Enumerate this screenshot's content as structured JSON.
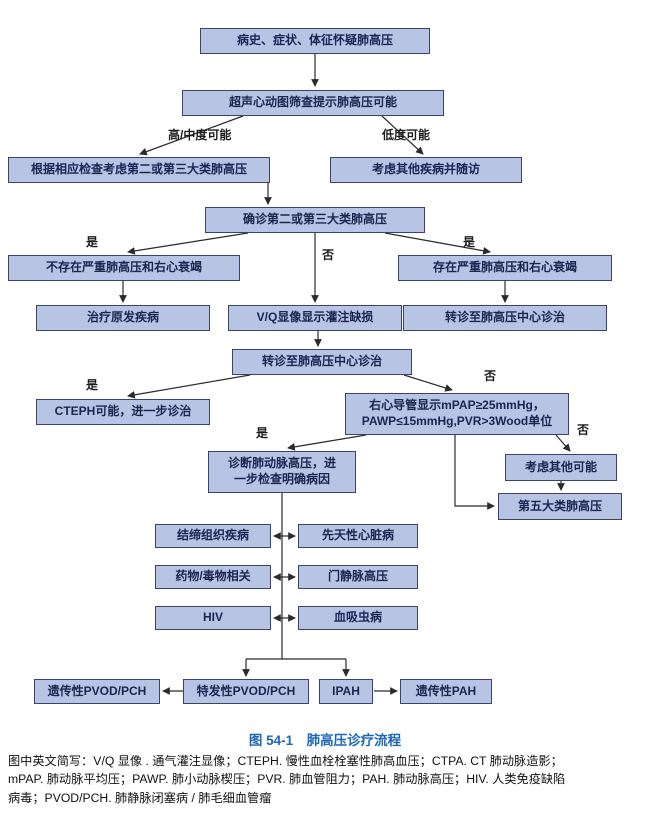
{
  "colors": {
    "box_fill": "#b8c4e4",
    "box_border": "#39436e",
    "box_text": "#1b2550",
    "caption_color": "#1c67b5"
  },
  "caption": "图 54-1　肺高压诊疗流程",
  "footnote": {
    "lines": [
      "图中英文简写：V/Q 显像 . 通气灌注显像；CTEPH. 慢性血栓栓塞性肺高血压；CTPA.  CT 肺动脉造影；",
      "mPAP. 肺动脉平均压；PAWP. 肺小动脉楔压；PVR. 肺血管阻力；PAH. 肺动脉高压；HIV. 人类免疫缺陷",
      "病毒；PVOD/PCH. 肺静脉闭塞病 / 肺毛细血管瘤"
    ]
  },
  "nodes": {
    "suspect": "病史、症状、体征怀疑肺高压",
    "echo": "超声心动图筛查提示肺高压可能",
    "consider_g23": "根据相应检查考虑第二或第三大类肺高压",
    "followup": "考虑其他疾病并随访",
    "confirm_g23": "确诊第二或第三大类肺高压",
    "no_severe": "不存在严重肺高压和右心衰竭",
    "severe": "存在严重肺高压和右心衰竭",
    "treat_primary": "治疗原发疾病",
    "vq": "V/Q显像显示灌注缺损",
    "refer_right": "转诊至肺高压中心诊治",
    "refer_center": "转诊至肺高压中心诊治",
    "cteph": "CTEPH可能，进一步诊治",
    "rhc": "右心导管显示mPAP≥25mmHg，\nPAWP≤15mmHg,PVR>3Wood单位",
    "diagnose_pah": "诊断肺动脉高压，进\n一步检查明确病因",
    "consider_other": "考虑其他可能",
    "group5": "第五大类肺高压",
    "ctd": "结缔组织疾病",
    "chd": "先天性心脏病",
    "drug": "药物/毒物相关",
    "portal": "门静脉高压",
    "hiv": "HIV",
    "schisto": "血吸虫病",
    "ipvod": "特发性PVOD/PCH",
    "hpvod": "遗传性PVOD/PCH",
    "ipah": "IPAH",
    "hpah": "遗传性PAH"
  },
  "edge_labels": {
    "high_mid": "高/中度可能",
    "low": "低度可能",
    "yes": "是",
    "no": "否"
  },
  "edges": [
    {
      "from": "suspect",
      "to": "echo",
      "label": ""
    },
    {
      "from": "echo",
      "to": "consider_g23",
      "label": "高/中度可能"
    },
    {
      "from": "echo",
      "to": "followup",
      "label": "低度可能"
    },
    {
      "from": "consider_g23",
      "to": "confirm_g23",
      "label": ""
    },
    {
      "from": "confirm_g23",
      "to": "no_severe",
      "label": "是"
    },
    {
      "from": "confirm_g23",
      "to": "severe",
      "label": "是"
    },
    {
      "from": "confirm_g23",
      "to": "vq",
      "label": "否"
    },
    {
      "from": "no_severe",
      "to": "treat_primary",
      "label": ""
    },
    {
      "from": "severe",
      "to": "refer_right",
      "label": ""
    },
    {
      "from": "vq",
      "to": "refer_center",
      "label": ""
    },
    {
      "from": "refer_center",
      "to": "cteph",
      "label": "是"
    },
    {
      "from": "refer_center",
      "to": "rhc",
      "label": "否"
    },
    {
      "from": "rhc",
      "to": "diagnose_pah",
      "label": "是"
    },
    {
      "from": "rhc",
      "to": "consider_other",
      "label": "否"
    },
    {
      "from": "rhc",
      "to": "group5",
      "label": ""
    },
    {
      "from": "consider_other",
      "to": "group5",
      "label": ""
    },
    {
      "from": "diagnose_pah",
      "to": "ctd",
      "label": ""
    },
    {
      "from": "diagnose_pah",
      "to": "chd",
      "label": ""
    },
    {
      "from": "diagnose_pah",
      "to": "drug",
      "label": ""
    },
    {
      "from": "diagnose_pah",
      "to": "portal",
      "label": ""
    },
    {
      "from": "diagnose_pah",
      "to": "hiv",
      "label": ""
    },
    {
      "from": "diagnose_pah",
      "to": "schisto",
      "label": ""
    },
    {
      "from": "diagnose_pah",
      "to": "ipvod",
      "label": ""
    },
    {
      "from": "diagnose_pah",
      "to": "ipah",
      "label": ""
    },
    {
      "from": "ipvod",
      "to": "hpvod",
      "label": ""
    },
    {
      "from": "ipah",
      "to": "hpah",
      "label": ""
    }
  ]
}
